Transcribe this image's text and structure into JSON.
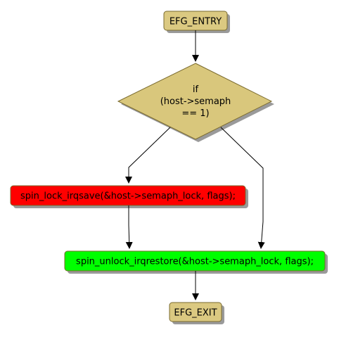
{
  "colors": {
    "terminal_fill": "#dbc981",
    "decision_fill": "#d9c77c",
    "lock_fill": "#ff0000",
    "unlock_fill": "#00ff00",
    "stroke": "#7a6a2e",
    "edge": "#000000",
    "shadow": "#9a9a9a"
  },
  "nodes": {
    "entry": {
      "label": "EFG_ENTRY"
    },
    "decision": {
      "line1": "if",
      "line2": "(host->semaph",
      "line3": "== 1)"
    },
    "lock": {
      "label": "spin_lock_irqsave(&host->semaph_lock, flags);"
    },
    "unlock": {
      "label": "spin_unlock_irqrestore(&host->semaph_lock, flags);"
    },
    "exit": {
      "label": "EFG_EXIT"
    }
  }
}
